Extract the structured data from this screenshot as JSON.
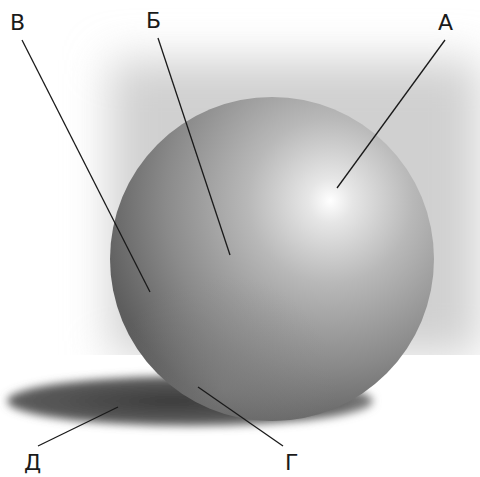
{
  "diagram": {
    "labels": [
      "В",
      "Б",
      "А",
      "Д",
      "Г"
    ]
  }
}
